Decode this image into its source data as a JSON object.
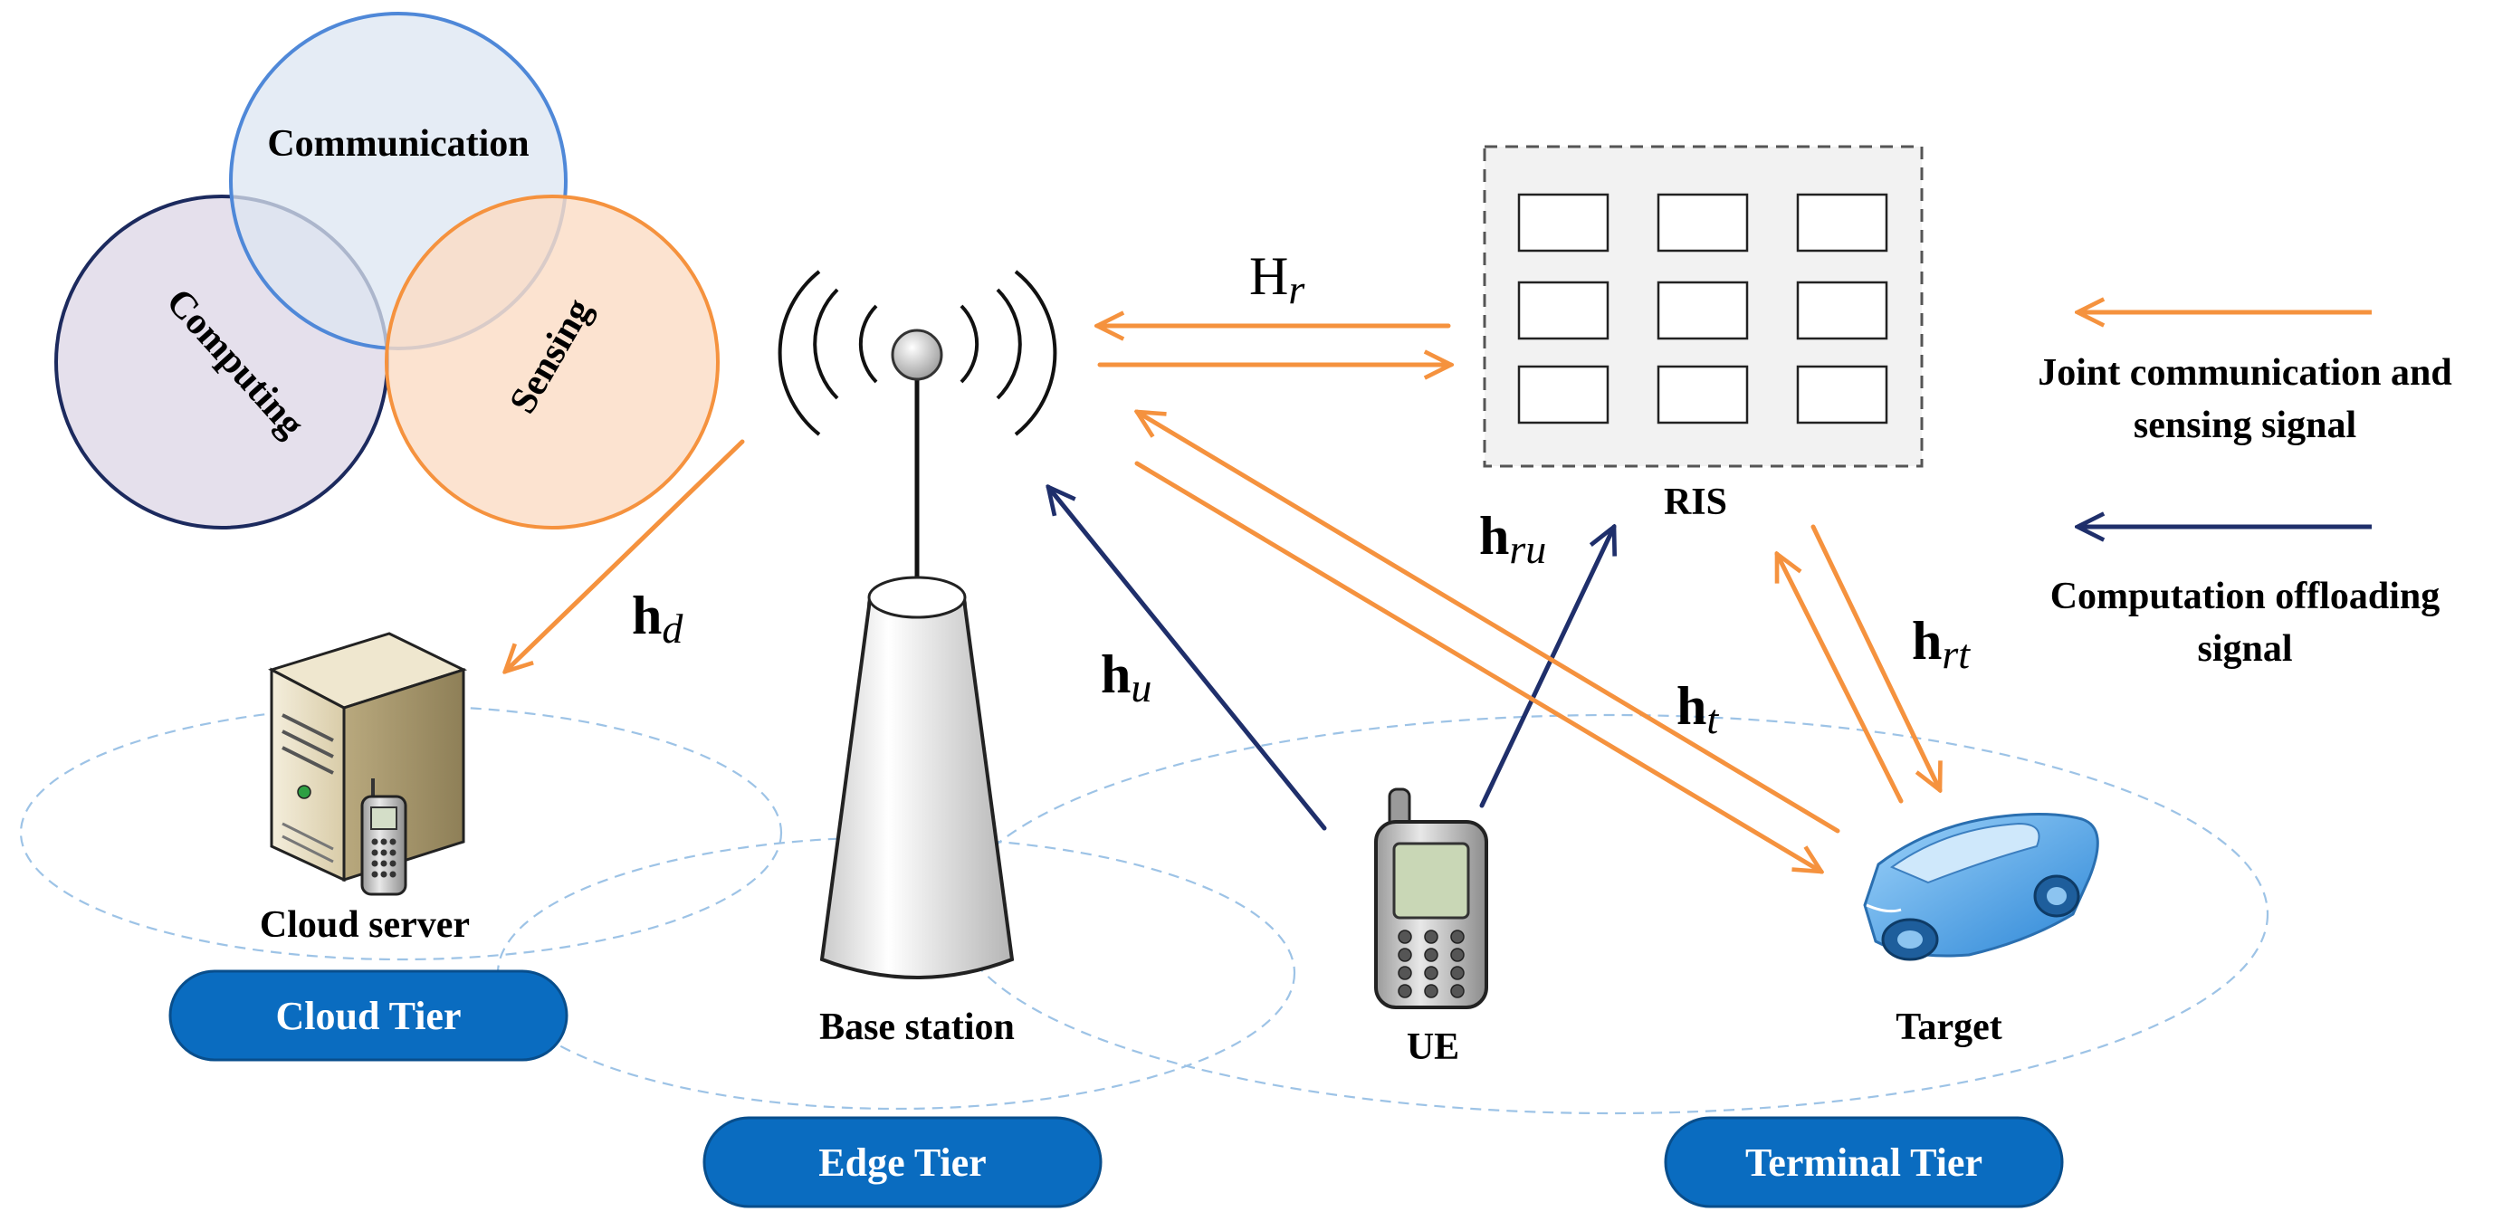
{
  "venn": {
    "communication": "Communication",
    "computing": "Computing",
    "sensing": "Sensing"
  },
  "nodes": {
    "ris": "RIS",
    "base_station": "Base station",
    "cloud_server": "Cloud server",
    "ue": "UE",
    "target": "Target"
  },
  "tiers": {
    "cloud": "Cloud Tier",
    "edge": "Edge Tier",
    "terminal": "Terminal Tier"
  },
  "channels": {
    "Hr": {
      "base": "H",
      "sub": "r"
    },
    "hd": {
      "base": "h",
      "sub": "d"
    },
    "hu": {
      "base": "h",
      "sub": "u"
    },
    "hru": {
      "base": "h",
      "sub": "ru"
    },
    "ht": {
      "base": "h",
      "sub": "t"
    },
    "hrt": {
      "base": "h",
      "sub": "rt"
    }
  },
  "legend": {
    "joint_line1": "Joint communication and",
    "joint_line2": "sensing signal",
    "offload_line1": "Computation offloading",
    "offload_line2": "signal"
  },
  "colors": {
    "orange": "#F5923E",
    "navy": "#1F2F6B",
    "tier_blue": "#0A6CC0",
    "comm_fill": "#DCE6F2",
    "comm_stroke": "#4F88D8",
    "compute_fill": "#E4DEEB",
    "compute_stroke": "#1C2A5E",
    "sense_fill": "#FBDCC4",
    "sense_stroke": "#F5923E"
  }
}
